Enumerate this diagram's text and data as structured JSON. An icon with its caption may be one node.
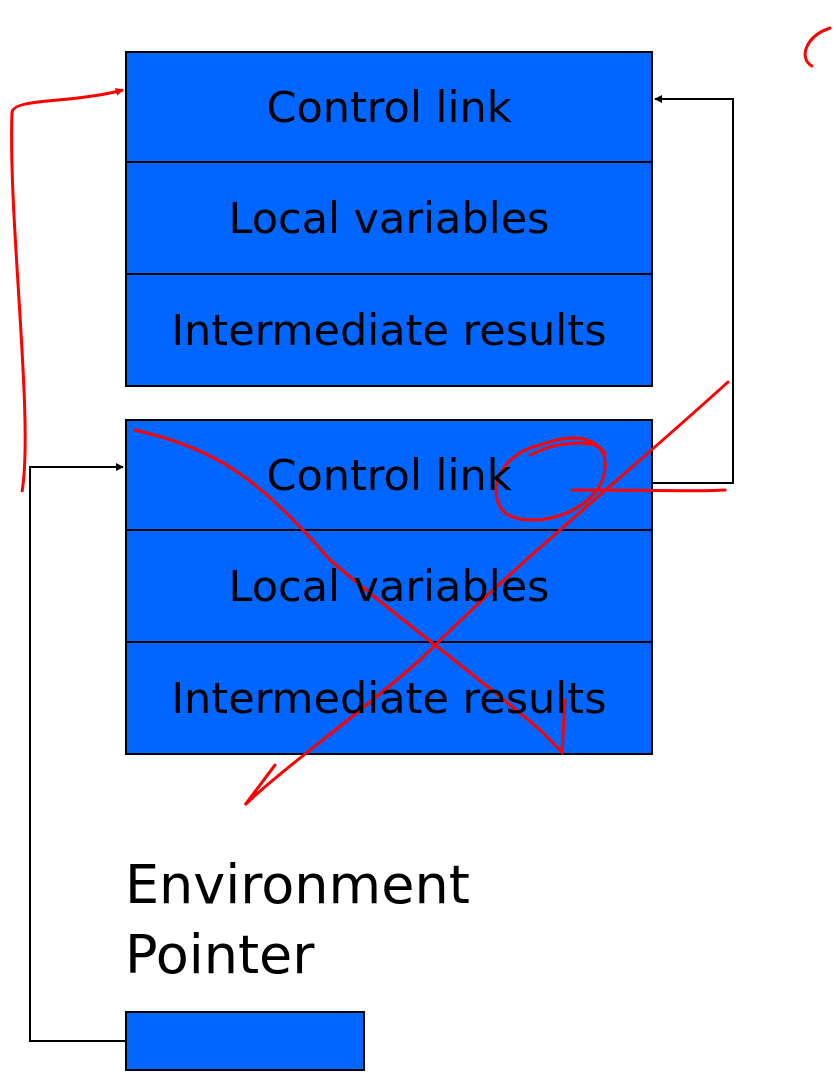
{
  "diagram": {
    "nodes": [
      {
        "text": [
          "Control link"
        ]
      },
      {
        "text": [
          "Local variables"
        ]
      },
      {
        "text": [
          "Intermediate results"
        ]
      },
      {
        "text": [
          "Control link"
        ]
      },
      {
        "text": [
          "Local variables"
        ]
      },
      {
        "text": [
          "Intermediate results"
        ]
      },
      {
        "text": [
          "Environment Pointer"
        ]
      }
    ],
    "edges": [
      {
        "from": 3,
        "to": 0,
        "arrow": "to"
      },
      {
        "from": 6,
        "to": 3,
        "arrow": "to"
      },
      {
        "from": null,
        "to": 0,
        "arrow": "to",
        "color": "#ff0000"
      }
    ]
  }
}
